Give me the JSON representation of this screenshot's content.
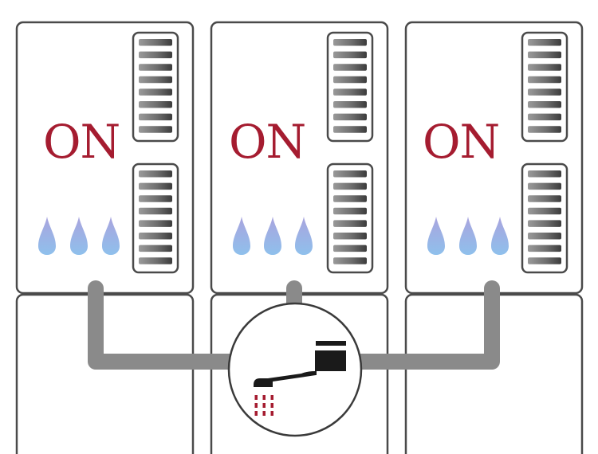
{
  "colors": {
    "accent": "#a51c30",
    "outline": "#4a4a4a",
    "pipe": "#8a8a8a",
    "flame": "#9db1e6",
    "faucet": "#1a1a1a",
    "water": "#a51c30"
  },
  "heaters": [
    {
      "status_label": "ON",
      "flame_count": 3,
      "vent_count": 2
    },
    {
      "status_label": "ON",
      "flame_count": 3,
      "vent_count": 2
    },
    {
      "status_label": "ON",
      "flame_count": 3,
      "vent_count": 2
    }
  ],
  "icons": {
    "faucet": "faucet-icon",
    "flame": "flame-icon",
    "vent": "vent-grille-icon"
  }
}
